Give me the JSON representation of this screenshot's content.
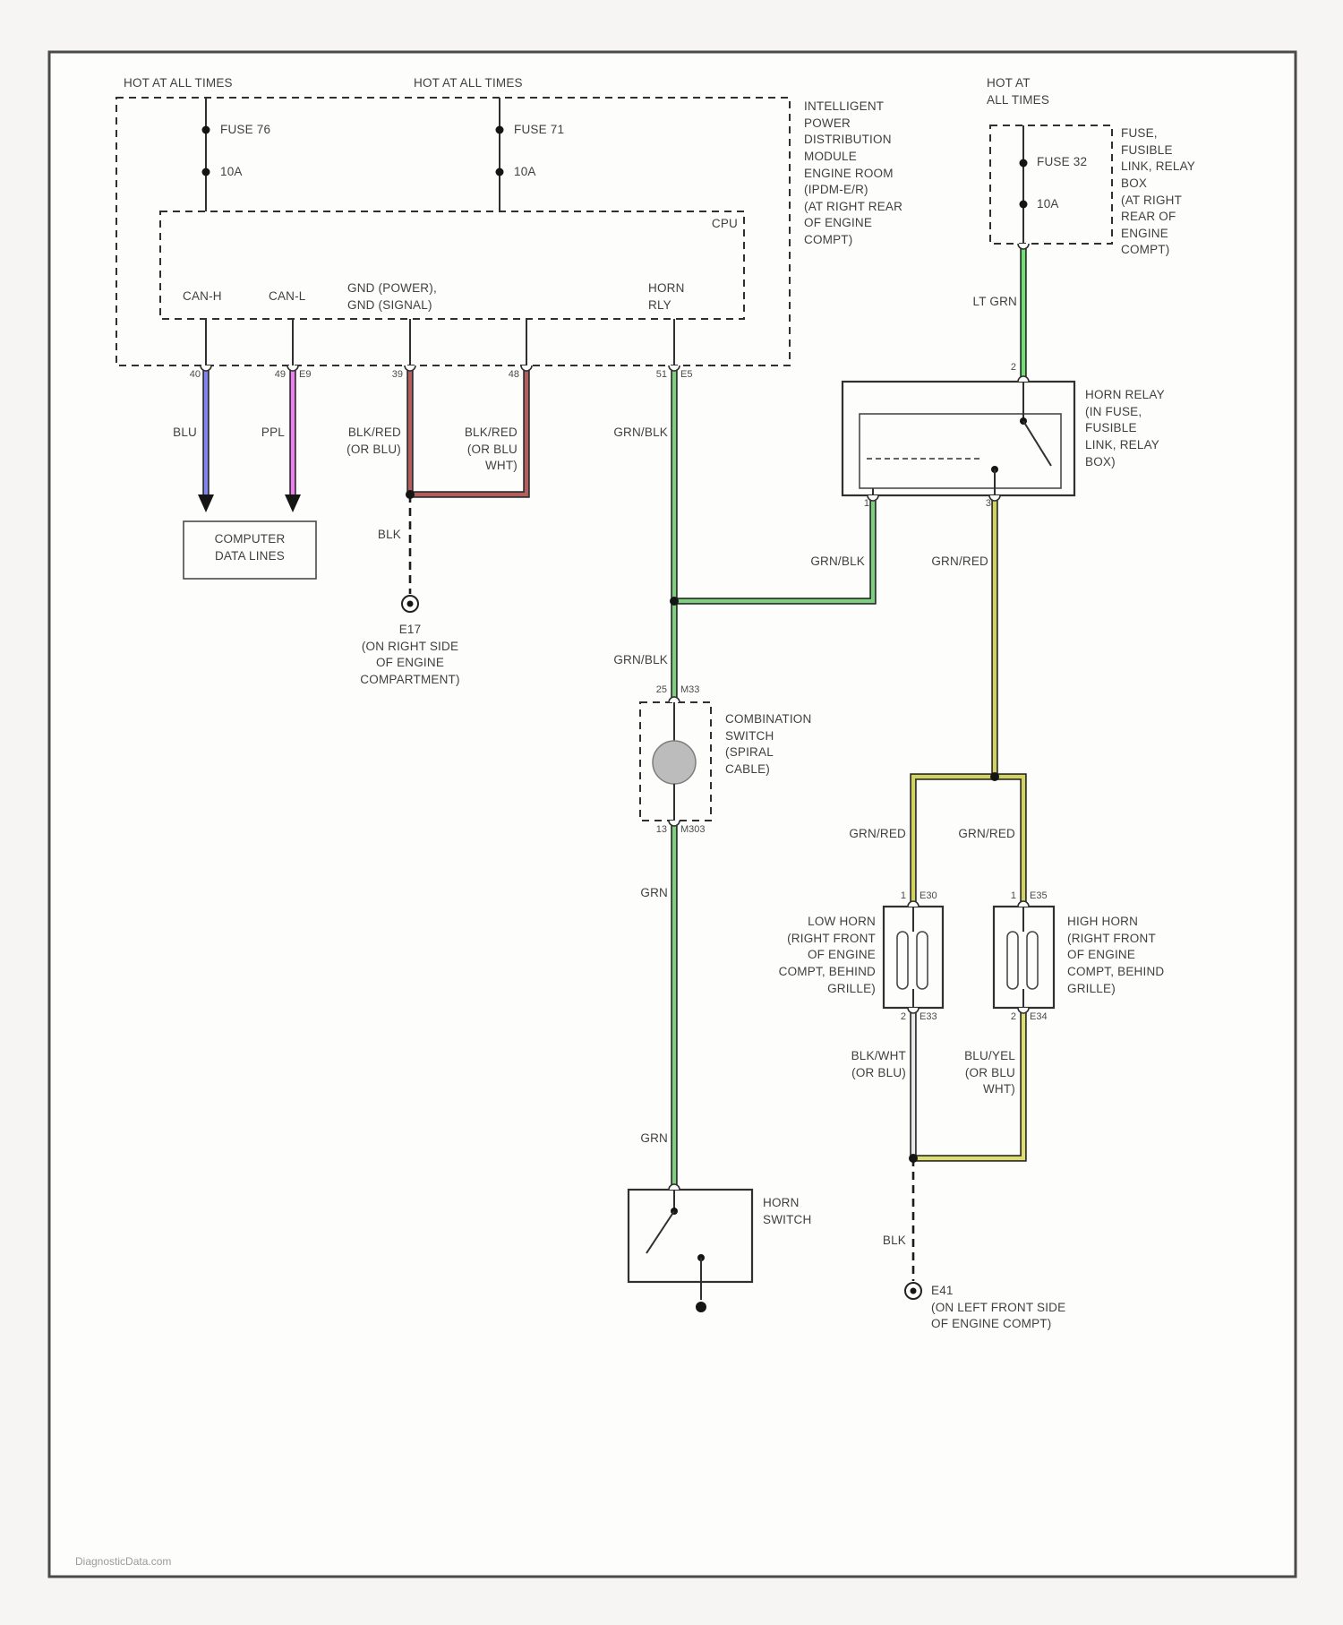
{
  "colors": {
    "blu": "#8285ee",
    "ppl": "#f07ef0",
    "blk_red": "#b25e5e",
    "grn_blk": "#7cd27c",
    "grn": "#7cd27c",
    "lt_grn": "#6fe06f",
    "grn_red": "#d2d25e",
    "blk_wht": "#e9e9e9",
    "blu_yel": "#dede6e"
  },
  "header": {
    "hot1": "HOT AT ALL TIMES",
    "hot2": "HOT AT ALL TIMES",
    "hot3": "HOT AT\nALL TIMES"
  },
  "fuses": {
    "fuse1_name": "FUSE 76",
    "fuse1_amps": "10A",
    "fuse2_name": "FUSE 71",
    "fuse2_amps": "10A",
    "fuse3_name": "FUSE 32",
    "fuse3_amps": "10A"
  },
  "ipdm": {
    "module_label": "INTELLIGENT\nPOWER\nDISTRIBUTION\nMODULE\nENGINE ROOM\n(IPDM-E/R)\n(AT RIGHT REAR\nOF ENGINE\nCOMPT)",
    "cpu": "CPU",
    "can_h": "CAN-H",
    "can_l": "CAN-L",
    "gnd": "GND (POWER),\nGND (SIGNAL)",
    "horn_rly": "HORN\nRLY"
  },
  "fusebox": {
    "label": "FUSE,\nFUSIBLE\nLINK, RELAY\nBOX\n(AT RIGHT\nREAR OF\nENGINE\nCOMPT)"
  },
  "components": {
    "computer_data_lines": "COMPUTER\nDATA LINES",
    "horn_relay": "HORN RELAY\n(IN FUSE,\nFUSIBLE\nLINK, RELAY\nBOX)",
    "combination_switch": "COMBINATION\nSWITCH\n(SPIRAL\nCABLE)",
    "low_horn": "LOW HORN\n(RIGHT FRONT\nOF ENGINE\nCOMPT, BEHIND\nGRILLE)",
    "high_horn": "HIGH HORN\n(RIGHT FRONT\nOF ENGINE\nCOMPT, BEHIND\nGRILLE)",
    "horn_switch": "HORN\nSWITCH"
  },
  "grounds": {
    "e17": "E17\n(ON RIGHT SIDE\nOF ENGINE\nCOMPARTMENT)",
    "e41": "E41\n(ON LEFT FRONT SIDE\nOF ENGINE COMPT)"
  },
  "wires": {
    "blu": "BLU",
    "ppl": "PPL",
    "blk_red_1": "BLK/RED\n(OR BLU)",
    "blk_red_2": "BLK/RED\n(OR BLU\nWHT)",
    "grn_blk_1": "GRN/BLK",
    "blk_1": "BLK",
    "lt_grn": "LT GRN",
    "grn_blk_2": "GRN/BLK",
    "grn_red_1": "GRN/RED",
    "grn_blk_3": "GRN/BLK",
    "grn_1": "GRN",
    "grn_red_2": "GRN/RED",
    "grn_red_3": "GRN/RED",
    "blk_wht": "BLK/WHT\n(OR BLU)",
    "blu_yel": "BLU/YEL\n(OR BLU\nWHT)",
    "grn_2": "GRN",
    "blk_2": "BLK"
  },
  "pins": {
    "p40": "40",
    "p49": "49",
    "e9": "E9",
    "p39": "39",
    "p48": "48",
    "p51": "51",
    "e5": "E5",
    "relay_2": "2",
    "relay_1": "1",
    "relay_3": "3",
    "cs_25": "25",
    "cs_m33": "M33",
    "cs_13": "13",
    "cs_m303": "M303",
    "lh_1": "1",
    "lh_e30": "E30",
    "lh_2": "2",
    "lh_e33": "E33",
    "hh_1": "1",
    "hh_e35": "E35",
    "hh_2": "2",
    "hh_e34": "E34"
  },
  "footer": {
    "watermark": "DiagnosticData.com"
  }
}
